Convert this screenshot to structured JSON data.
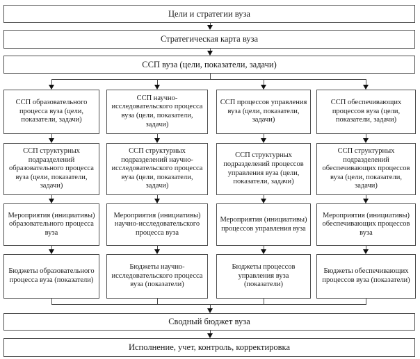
{
  "flow": {
    "top": [
      "Цели и стратегии вуза",
      "Стратегическая карта вуза",
      "ССП вуза (цели, показатели, задачи)"
    ],
    "columns": [
      {
        "rows": [
          "ССП образовательного процесса вуза (цели, показатели, задачи)",
          "ССП структурных подразделений образовательного процесса вуза (цели, показатели, задачи)",
          "Мероприятия (инициативы) образовательного процесса вуза",
          "Бюджеты образовательного процесса вуза (показатели)"
        ]
      },
      {
        "rows": [
          "ССП научно-исследовательского процесса вуза (цели, показатели, задачи)",
          "ССП структурных подразделений научно-исследовательского процесса вуза (цели, показатели, задачи)",
          "Мероприятия (инициативы) научно-исследовательского процесса вуза",
          "Бюджеты научно-исследовательского процесса вуза (показатели)"
        ]
      },
      {
        "rows": [
          "ССП процессов управления вуза (цели, показатели, задачи)",
          "ССП структурных подразделений процессов управления вуза (цели, показатели, задачи)",
          "Мероприятия (инициативы) процессов управления вуза",
          "Бюджеты процессов управления вуза (показатели)"
        ]
      },
      {
        "rows": [
          "ССП обеспечивающих процессов вуза (цели, показатели, задачи)",
          "ССП структурных подразделений обеспечивающих процессов вуза (цели, показатели, задачи)",
          "Мероприятия (инициативы) обеспечивающих процессов вуза",
          "Бюджеты обеспечивающих процессов вуза (показатели)"
        ]
      }
    ],
    "bottom": [
      "Сводный бюджет вуза",
      "Исполнение, учет, контроль, корректировка"
    ],
    "colors": {
      "border": "#4d4d4d",
      "text": "#1a1a1a",
      "background": "#ffffff"
    }
  }
}
